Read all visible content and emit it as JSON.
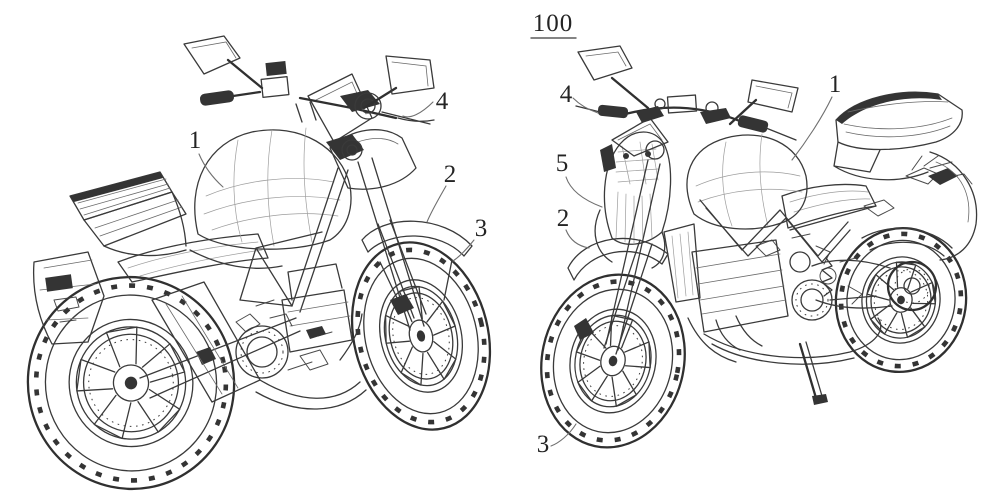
{
  "figure": {
    "number": "100",
    "ink_color": "#3a3a3a",
    "background_color": "#ffffff"
  },
  "left_view": {
    "refs": [
      {
        "text": "1"
      },
      {
        "text": "4"
      },
      {
        "text": "2"
      },
      {
        "text": "3"
      }
    ]
  },
  "right_view": {
    "refs": [
      {
        "text": "4"
      },
      {
        "text": "5"
      },
      {
        "text": "2"
      },
      {
        "text": "1"
      },
      {
        "text": "3"
      }
    ]
  }
}
